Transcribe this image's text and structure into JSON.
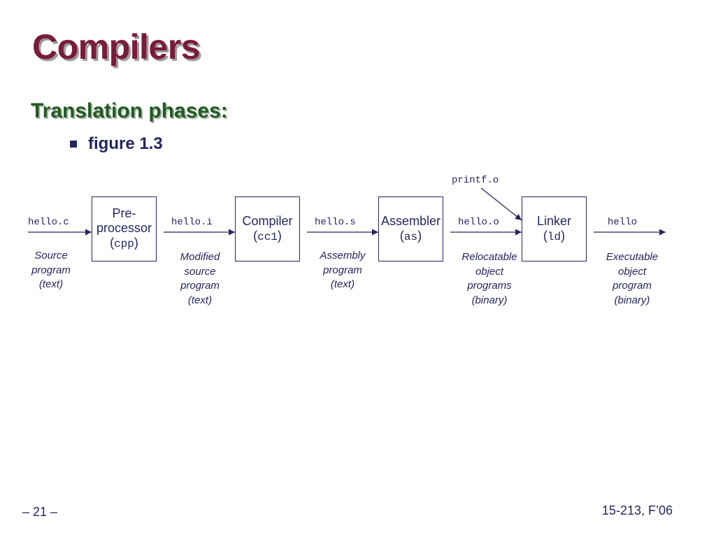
{
  "slide": {
    "title": "Compilers",
    "heading": "Translation phases:",
    "bullet": "figure 1.3"
  },
  "diagram": {
    "stages": [
      {
        "lines": [
          "Pre-",
          "processor"
        ],
        "cmd": "cpp"
      },
      {
        "lines": [
          "Compiler"
        ],
        "cmd": "cc1"
      },
      {
        "lines": [
          "Assembler"
        ],
        "cmd": "as"
      },
      {
        "lines": [
          "Linker"
        ],
        "cmd": "ld"
      }
    ],
    "files": [
      "hello.c",
      "hello.i",
      "hello.s",
      "hello.o",
      "hello"
    ],
    "library_file": "printf.o",
    "descriptions": [
      [
        "Source",
        "program",
        "(text)"
      ],
      [
        "Modified",
        "source",
        "program",
        "(text)"
      ],
      [
        "Assembly",
        "program",
        "(text)"
      ],
      [
        "Relocatable",
        "object",
        "programs",
        "(binary)"
      ],
      [
        "Executable",
        "object",
        "program",
        "(binary)"
      ]
    ]
  },
  "footer": {
    "page": "– 21 –",
    "course": "15-213, F’06"
  },
  "colors": {
    "title": "#7a1a3c",
    "heading": "#1f5c1f",
    "diagram": "#24265e"
  }
}
